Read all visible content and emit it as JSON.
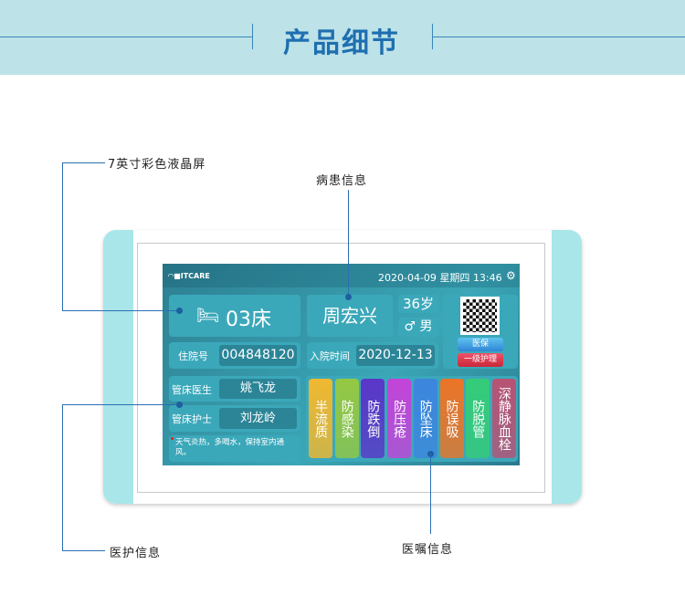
{
  "header": {
    "title": "产品细节"
  },
  "annotations": {
    "screen": "7英寸彩色液晶屏",
    "patient": "病患信息",
    "care": "医护信息",
    "orders": "医嘱信息"
  },
  "device": {
    "logo": "ITCARE",
    "date": "2020-04-09",
    "weekday": "星期四",
    "time": "13:46",
    "bed": "03床",
    "patient_name": "周宏兴",
    "age": "36岁",
    "gender": "♂ 男",
    "admission_no_label": "住院号",
    "admission_no": "004848120",
    "admit_date_label": "入院时间",
    "admit_date": "2020-12-13",
    "insurance": "医保",
    "care_level": "一级护理",
    "doctor_label": "管床医生",
    "doctor": "姚飞龙",
    "nurse_label": "管床护士",
    "nurse": "刘龙岭",
    "notice": "天气炎热，多喝水，保持室内通风。",
    "orders": [
      {
        "label": "半流质",
        "color": "#f0b830"
      },
      {
        "label": "防感染",
        "color": "#94c844"
      },
      {
        "label": "防跌倒",
        "color": "#5a36c8"
      },
      {
        "label": "防压疮",
        "color": "#c244d8"
      },
      {
        "label": "防坠床",
        "color": "#3c86de"
      },
      {
        "label": "防误吸",
        "color": "#ec7426"
      },
      {
        "label": "防脱管",
        "color": "#34cc78"
      },
      {
        "label": "深静脉血栓",
        "color": "#b85274"
      }
    ]
  }
}
